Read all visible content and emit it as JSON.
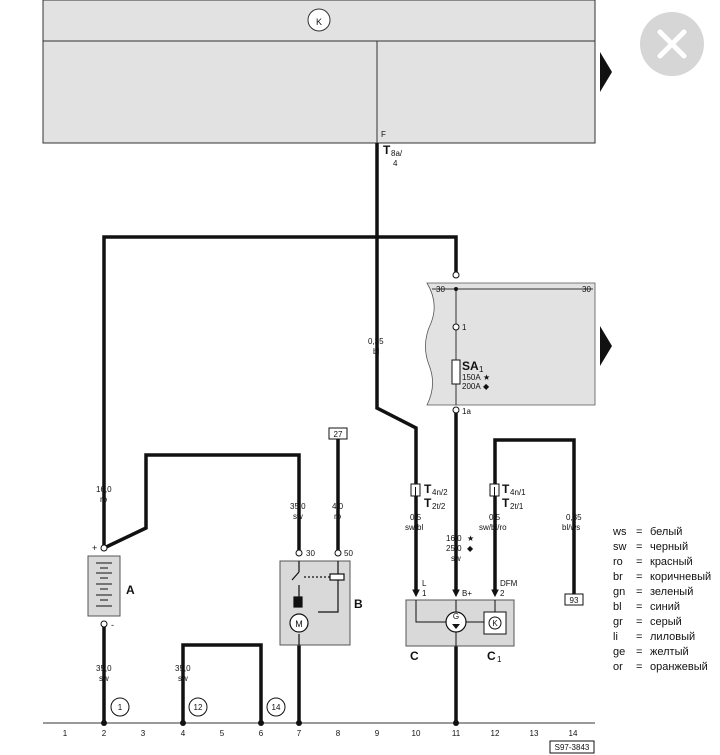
{
  "top_module": {
    "symbol": "K",
    "pin_label": "F",
    "connector_main": "T",
    "connector_sub": "8a/",
    "connector_pin": "4"
  },
  "wires": {
    "w1": {
      "gauge": "16,0",
      "color": "ro"
    },
    "w2": {
      "gauge": "35,0",
      "color": "sw"
    },
    "w3": {
      "gauge": "4,0",
      "color": "ro"
    },
    "w4": {
      "gauge": "0,35",
      "color": "bl"
    },
    "w5": {
      "gauge": "0,5",
      "color": "sw/bl"
    },
    "w6_top": "16,0",
    "w6_mid": "25,0",
    "w6_color": "sw",
    "w7": {
      "gauge": "0,5",
      "color": "sw/bl/ro"
    },
    "w8": {
      "gauge": "0,35",
      "color": "bl/ws"
    },
    "w9": {
      "gauge": "35,0",
      "color": "sw"
    },
    "w10": {
      "gauge": "35,0",
      "color": "sw"
    }
  },
  "fuse_box": {
    "left_label": "30",
    "right_label": "30",
    "pin1": "1",
    "pin1a": "1a",
    "fuse_name": "SA",
    "fuse_sub": "1",
    "rating1": "150A",
    "rating2": "200A",
    "mark1": "★",
    "mark2": "◆"
  },
  "ref_box_27": "27",
  "ref_box_93": "93",
  "connectors": {
    "left_main": "T",
    "left_sub1": "4n/2",
    "left_sub2": "2t/2",
    "left_main2": "T",
    "right_main": "T",
    "right_sub1": "4n/1",
    "right_sub2": "2t/1",
    "right_main2": "T"
  },
  "battery": {
    "label": "A",
    "plus": "+",
    "minus": "-"
  },
  "starter": {
    "label": "B",
    "pin30": "30",
    "pin50": "50",
    "motor": "M"
  },
  "generator": {
    "label_c": "C",
    "label_c1": "C",
    "label_c1_sub": "1",
    "pin_l": "L",
    "pin_l_num": "1",
    "pin_b": "B+",
    "pin_dfm": "DFM",
    "pin_dfm_num": "2",
    "gen_symbol": "G",
    "regulator_symbol": "K"
  },
  "ground_points": [
    "1",
    "12",
    "14"
  ],
  "bottom_numbers": [
    "1",
    "2",
    "3",
    "4",
    "5",
    "6",
    "7",
    "8",
    "9",
    "10",
    "11",
    "12",
    "13",
    "14"
  ],
  "diagram_code": "S97-3843",
  "legend": [
    {
      "code": "ws",
      "eq": "=",
      "name": "белый"
    },
    {
      "code": "sw",
      "eq": "=",
      "name": "черный"
    },
    {
      "code": "ro",
      "eq": "=",
      "name": "красный"
    },
    {
      "code": "br",
      "eq": "=",
      "name": "коричневый"
    },
    {
      "code": "gn",
      "eq": "=",
      "name": "зеленый"
    },
    {
      "code": "bl",
      "eq": "=",
      "name": "синий"
    },
    {
      "code": "gr",
      "eq": "=",
      "name": "серый"
    },
    {
      "code": "li",
      "eq": "=",
      "name": "лиловый"
    },
    {
      "code": "ge",
      "eq": "=",
      "name": "желтый"
    },
    {
      "code": "or",
      "eq": "=",
      "name": "оранжевый"
    }
  ]
}
